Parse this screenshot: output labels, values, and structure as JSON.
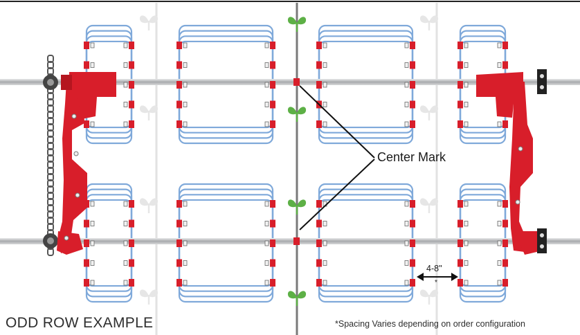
{
  "diagram": {
    "title": "ODD ROW EXAMPLE",
    "callout_label": "Center Mark",
    "spacing_label": "4-8\"",
    "spacing_asterisk": "*",
    "footnote": "*Spacing Varies depending on order configuration"
  },
  "colors": {
    "frame_red": "#d81e2a",
    "tine_blue": "#7fa9da",
    "rod_gray": "#c9cbcd",
    "row_line": "#7a7a7a",
    "plant_green": "#5db046",
    "plant_ghost": "#e6e6e6",
    "chain": "#555555"
  },
  "icons": [
    "plant-icon",
    "chain-icon",
    "bolt-icon"
  ]
}
